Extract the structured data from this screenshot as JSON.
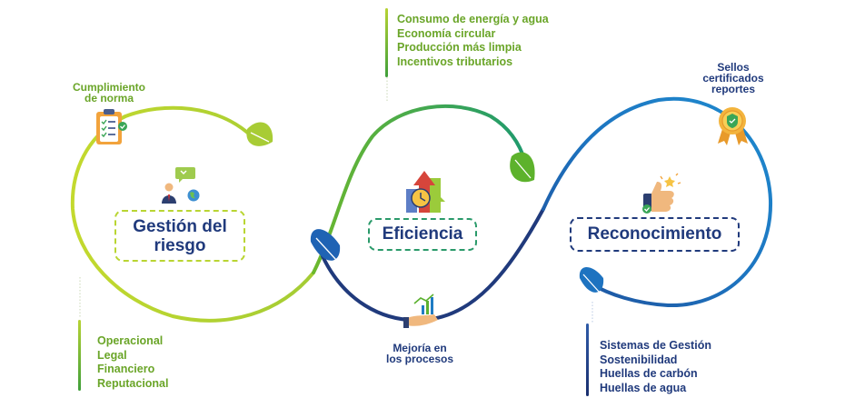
{
  "stages": {
    "gestion": {
      "label_line1": "Gestión del",
      "label_line2": "riesgo",
      "top_caption_line1": "Cumplimiento",
      "top_caption_line2": "de norma",
      "items": [
        "Operacional",
        "Legal",
        "Financiero",
        "Reputacional"
      ]
    },
    "eficiencia": {
      "label": "Eficiencia",
      "top_items": [
        "Consumo de energía y agua",
        "Economía circular",
        "Producción más limpia",
        "Incentivos tributarios"
      ],
      "bottom_caption_line1": "Mejoría en",
      "bottom_caption_line2": "los procesos"
    },
    "reconocimiento": {
      "label": "Reconocimiento",
      "top_caption_line1": "Sellos",
      "top_caption_line2": "certificados",
      "top_caption_line3": "reportes",
      "items": [
        "Sistemas de Gestión",
        "Sostenibilidad",
        "Huellas de carbón",
        "Huellas de agua"
      ]
    }
  },
  "colors": {
    "light_green": "#b9d532",
    "mid_green": "#5bb12f",
    "teal": "#2a9a6a",
    "navy": "#203a7c",
    "blue": "#1f7cc4",
    "text_green": "#6aa528"
  },
  "icons": [
    "clipboard-icon",
    "advisor-icon",
    "clock-growth-icon",
    "growth-hand-icon",
    "thumbs-up-icon",
    "certificate-badge-icon",
    "leaf-icon"
  ]
}
